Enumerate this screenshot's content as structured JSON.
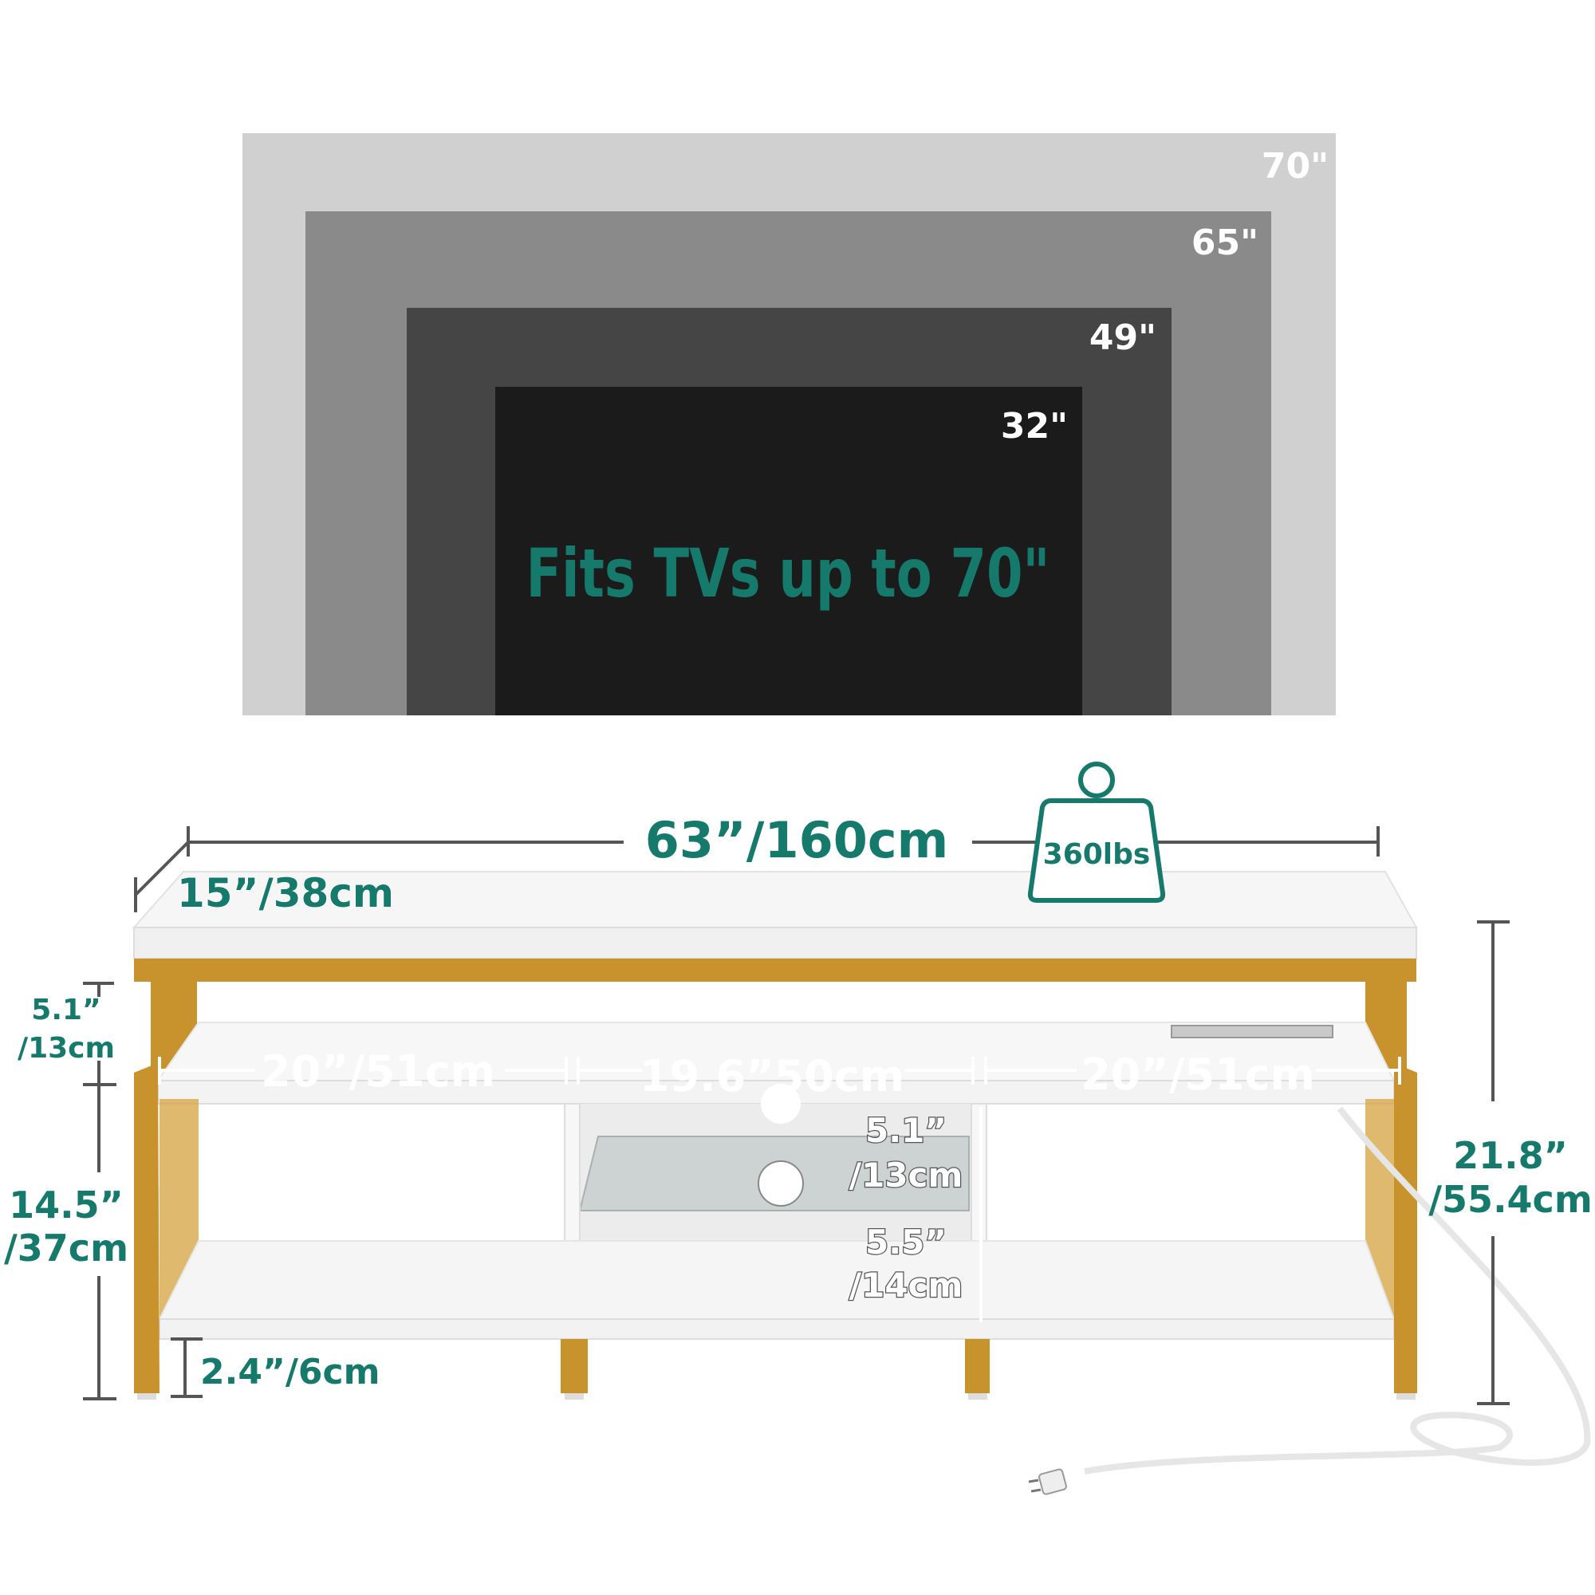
{
  "tv_sizes": {
    "size_70": "70\"",
    "size_65": "65\"",
    "size_49": "49\"",
    "size_32": "32\"",
    "headline": "Fits TVs up to 70\""
  },
  "dimensions": {
    "width": "63”/160cm",
    "depth": "15”/38cm",
    "weight_capacity": "360lbs",
    "top_gap_in": "5.1”",
    "top_gap_cm": "/13cm",
    "lower_height_in": "14.5”",
    "lower_height_cm": "/37cm",
    "leg_height": "2.4”/6cm",
    "total_height_in": "21.8”",
    "total_height_cm": "/55.4cm",
    "left_compartment": "20”/51cm",
    "center_compartment": "19.6”50cm",
    "right_compartment": "20”/51cm",
    "center_upper_in": "5.1”",
    "center_upper_cm": "/13cm",
    "center_lower_in": "5.5”",
    "center_lower_cm": "/14cm"
  },
  "colors": {
    "accent_teal": "#157a6b",
    "frame_gold": "#c8922c",
    "tv_70": "#d0d0d0",
    "tv_65": "#8a8a8a",
    "tv_49": "#454545",
    "tv_32": "#1b1b1b"
  }
}
